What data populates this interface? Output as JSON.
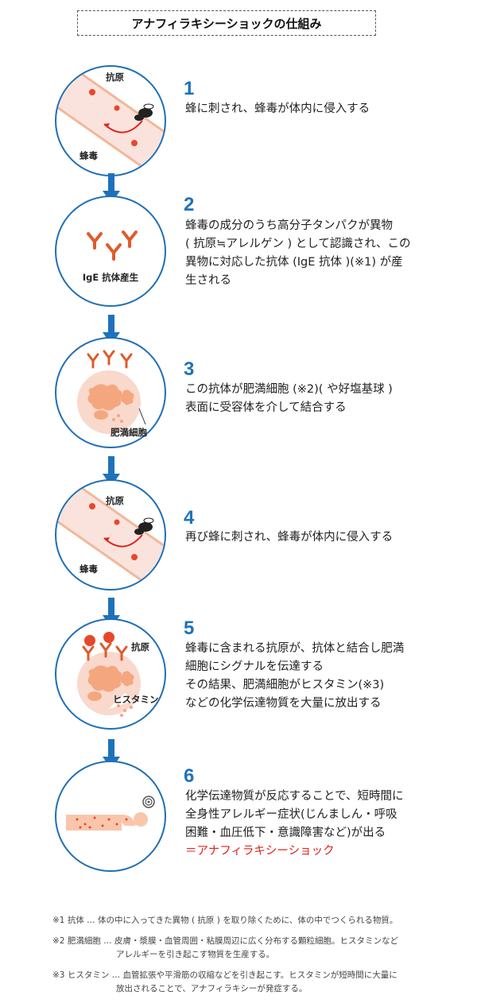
{
  "title": "アナフィラキシーショックの仕組み",
  "steps": [
    {
      "number": "1",
      "lines": [
        "蜂に刺され、蜂毒が体内に侵入する"
      ],
      "labels": [
        "抗原",
        "蜂毒"
      ]
    },
    {
      "number": "2",
      "lines": [
        "蜂毒の成分のうち高分子タンパクが異物",
        "( 抗原≒アレルゲン ) として認識され、この",
        "異物に対応した抗体 (IgE 抗体 )(※1) が産",
        "生される"
      ],
      "labels": [
        "IgE 抗体産生"
      ]
    },
    {
      "number": "3",
      "lines": [
        "この抗体が肥満細胞 (※2)( や好塩基球 )",
        "表面に受容体を介して結合する"
      ],
      "labels": [
        "肥満細胞"
      ]
    },
    {
      "number": "4",
      "lines": [
        "再び蜂に刺され、蜂毒が体内に侵入する"
      ],
      "labels": [
        "抗原",
        "蜂毒"
      ]
    },
    {
      "number": "5",
      "lines": [
        "蜂毒に含まれる抗原が、抗体と結合し肥満",
        "細胞にシグナルを伝達する",
        "その結果、肥満細胞がヒスタミン(※3)",
        "などの化学伝達物質を大量に放出する"
      ],
      "labels": [
        "抗原",
        "ヒスタミン"
      ]
    },
    {
      "number": "6",
      "lines": [
        "化学伝達物質が反応することで、短時間に",
        "全身性アレルギー症状(じんましん・呼吸",
        "困難・血圧低下・意識障害など)が出る"
      ],
      "highlight": "＝アナフィラキシーショック",
      "labels": []
    }
  ],
  "notes": [
    {
      "lines": [
        "※1 抗体 … 体の中に入ってきた異物 ( 抗原 ) を取り除くために、体の中でつくられる物質。"
      ]
    },
    {
      "lines": [
        "※2 肥満細胞 … 皮膚・漿膜・血管周囲・粘膜周辺に広く分布する顆粒細胞。ヒスタミンなど",
        "アレルギーを引き起こす物質を生産する。"
      ]
    },
    {
      "lines": [
        "※3 ヒスタミン … 血管拡張や平滑筋の収縮などを引き起こす。ヒスタミンが短時間に大量に",
        "放出されることで、アナフィラキシーが発症する。"
      ]
    }
  ],
  "colors": {
    "circle_border": "#1f6fb6",
    "arrow": "#1e72bc",
    "number": "#1e72bc",
    "highlight": "#e0241b",
    "antibody": "#e05a2a",
    "cell": "#f9d9cc"
  }
}
